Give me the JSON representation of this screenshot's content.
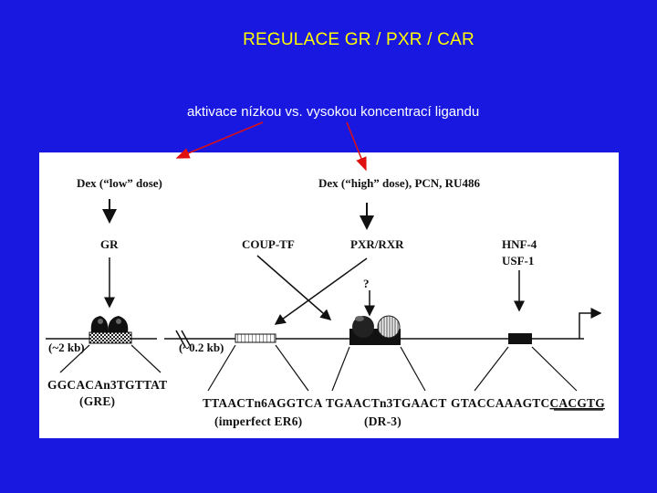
{
  "slide": {
    "title": "REGULACE GR / PXR / CAR",
    "subtitle": "aktivace nízkou vs. vysokou koncentrací ligandu"
  },
  "diagram": {
    "dex_low": "Dex (“low” dose)",
    "dex_high": "Dex (“high” dose), PCN, RU486",
    "gr": "GR",
    "coup_tf": "COUP-TF",
    "pxr_rxr": "PXR/RXR",
    "hnf4": "HNF-4",
    "usf1": "USF-1",
    "question": "?",
    "dist_2kb": "(~2 kb)",
    "dist_02kb": "(~0.2 kb)",
    "seq_gre": "GGCACAn3TGTTAT",
    "gre_label": "(GRE)",
    "seq_er6": "TTAACTn6AGGTCA",
    "er6_label": "(imperfect ER6)",
    "seq_dr3": "TGAACTn3TGAACT",
    "dr3_label": "(DR-3)",
    "seq_hnf_plain": "GTACCAAAGTC",
    "seq_hnf_underlined": "CACGTG"
  },
  "colors": {
    "background": "#1818e0",
    "title": "#ffff00",
    "subtitle": "#ffffff",
    "pointer_arrow": "#e01010",
    "panel": "#ffffff"
  }
}
